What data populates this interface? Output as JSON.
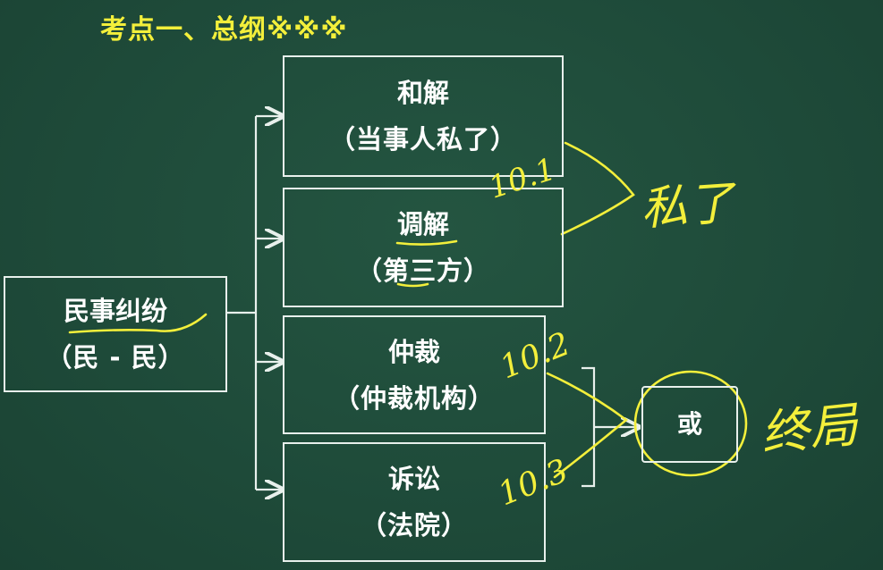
{
  "title": "考点一、总纲※※※",
  "root": {
    "line1": "民事纠纷",
    "line2": "（民 - 民）"
  },
  "branches": [
    {
      "line1": "和解",
      "line2": "（当事人私了）"
    },
    {
      "line1": "调解",
      "line2": "（第三方）"
    },
    {
      "line1": "仲裁",
      "line2": "（仲裁机构）"
    },
    {
      "line1": "诉讼",
      "line2": "（法院）"
    }
  ],
  "or_label": "或",
  "annotations": {
    "private_settle": "私了",
    "final_ruling": "终局",
    "mark_a": "10.1",
    "mark_b": "10.2",
    "mark_c": "10.3"
  },
  "colors": {
    "board": "#1f4a3a",
    "chalk_white": "#e8f0ec",
    "chalk_yellow": "#f3ef3b"
  }
}
